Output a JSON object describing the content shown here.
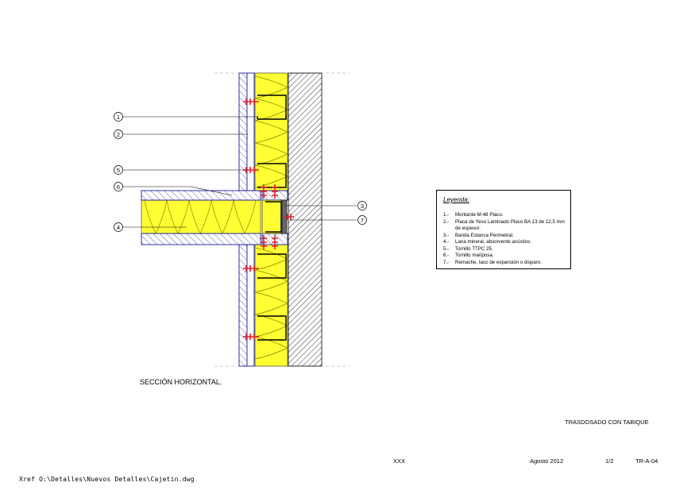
{
  "section_title": "SECCIÓN HORIZONTAL.",
  "callouts": [
    "1",
    "2",
    "5",
    "6",
    "4",
    "3",
    "7"
  ],
  "legend": {
    "title": "Leyenda:",
    "items": [
      {
        "num": "1.-",
        "text": "Montante M-48 Placo."
      },
      {
        "num": "2.-",
        "text": "Placa de Yeso Laminado Placo BA 13 de 12,5 mm de espesor."
      },
      {
        "num": "3.-",
        "text": "Banda Estanca Perimetral."
      },
      {
        "num": "4.-",
        "text": "Lana mineral, absorvente acústico."
      },
      {
        "num": "5.-",
        "text": "Tornillo TTPC 25."
      },
      {
        "num": "6.-",
        "text": "Tornillo mariposa."
      },
      {
        "num": "7.-",
        "text": "Remache, taco de expansión o disparo."
      }
    ]
  },
  "title_block": {
    "drawing_name": "TRASDOSADO CON TABIQUE",
    "code": "XXX",
    "date": "Agosto 2012",
    "sheet": "1/2",
    "reference": "TR-A-04"
  },
  "xref": "Xref O:\\Detalles\\Nuevos Detalles\\Cajetin.dwg",
  "colors": {
    "insulation": "#ffff33",
    "board_outline": "#1a1aa0",
    "screws": "#e0202a",
    "hatch": "#555555"
  }
}
